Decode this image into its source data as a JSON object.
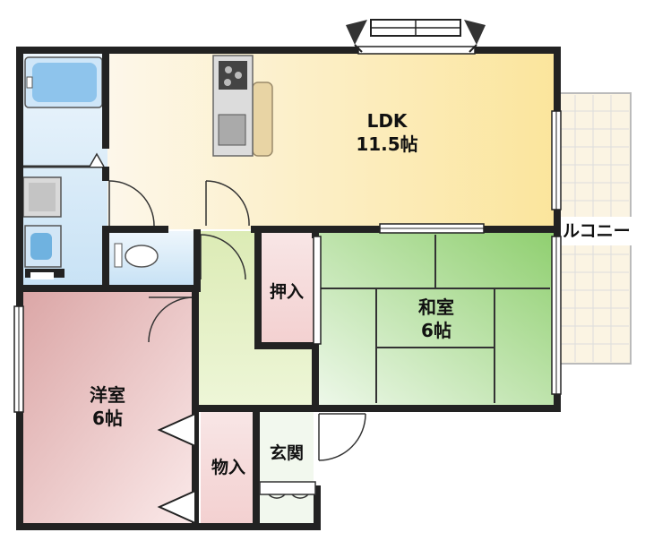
{
  "rooms": {
    "ldk": {
      "name": "LDK",
      "size": "11.5帖"
    },
    "washitsu": {
      "name": "和室",
      "size": "6帖"
    },
    "youshitsu": {
      "name": "洋室",
      "size": "6帖"
    },
    "oshiire": {
      "name": "押入"
    },
    "monoire": {
      "name": "物入"
    },
    "genkan": {
      "name": "玄関"
    },
    "balcony": {
      "name": "ルコニー"
    }
  },
  "colors": {
    "wall": "#222222",
    "ldk_light": "#fdf6e6",
    "ldk_dark": "#fbe79f",
    "washitsu_light": "#e7f3e0",
    "washitsu_dark": "#8fcf6f",
    "youshitsu_light": "#fbe5e5",
    "youshitsu_dark": "#d9a0a0",
    "bath": "#d8ebf8",
    "hall": "#e6f1c8",
    "closet": "#f7dede",
    "balcony": "#fbf4e3"
  }
}
